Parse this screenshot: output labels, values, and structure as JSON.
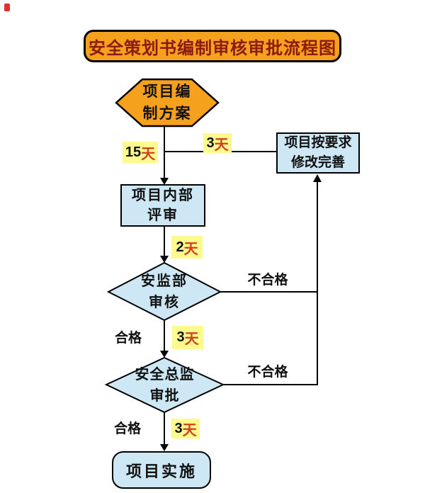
{
  "title": {
    "text": "安全策划书编制审核审批流程图"
  },
  "nodes": {
    "plan": {
      "line1": "项目编",
      "line2": "制方案"
    },
    "internal_review": {
      "line1": "项目内部",
      "line2": "评审"
    },
    "modify": {
      "line1": "项目按要求",
      "line2": "修改完善"
    },
    "dept_review": {
      "line1": "安监部",
      "line2": "审核"
    },
    "director_approval": {
      "line1": "安全总监",
      "line2": "审批"
    },
    "implementation": {
      "text": "项目实施"
    }
  },
  "durations": {
    "plan_to_review": {
      "num": "15",
      "unit": "天"
    },
    "modify_feedback": {
      "num": "3",
      "unit": "天"
    },
    "review_to_dept": {
      "num": "2",
      "unit": "天"
    },
    "dept_to_director": {
      "num": "3",
      "unit": "天"
    },
    "director_to_impl": {
      "num": "3",
      "unit": "天"
    }
  },
  "labels": {
    "dept_fail": "不合格",
    "director_fail": "不合格",
    "dept_pass": "合格",
    "director_pass": "合格"
  },
  "colors": {
    "orange": "#F5A11E",
    "light_blue": "#CDE7F4",
    "yellow": "#FDFB8E",
    "title_text": "#8B1A10",
    "day_unit": "#CF4020",
    "line": "#000000"
  }
}
